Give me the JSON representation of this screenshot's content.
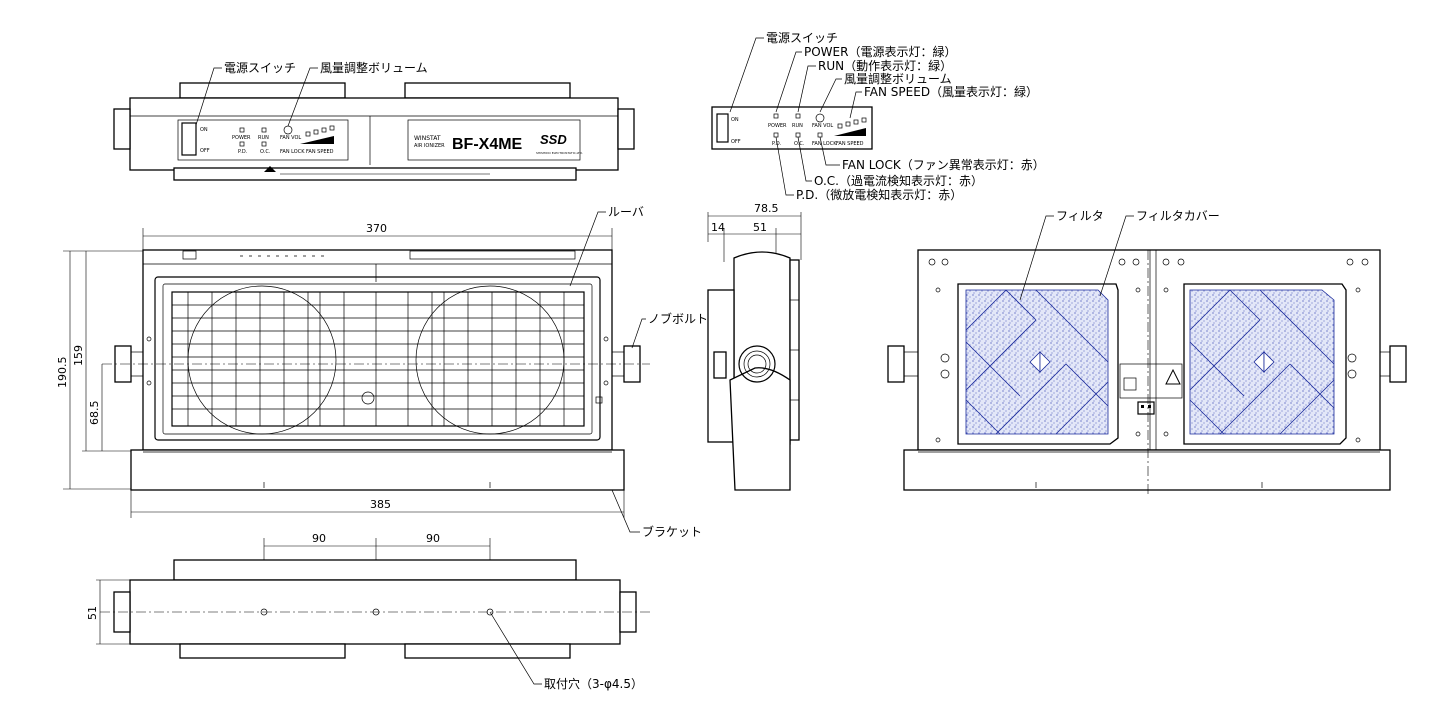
{
  "front_view": {
    "power_switch_label": "電源スイッチ",
    "volume_label": "風量調整ボリューム",
    "switch_on": "ON",
    "switch_off": "OFF",
    "indicator_labels": [
      "POWER",
      "RUN",
      "FAN VOL",
      "P.D.",
      "O.C.",
      "FAN LOCK",
      "FAN SPEED"
    ],
    "brand_line1": "WINSTAT",
    "brand_line2": "AIR IONIZER",
    "model": "BF-X4ME",
    "maker_logo": "SSD",
    "maker_name": "SHISHIDO ELECTROSTATIC,LTD."
  },
  "panel_detail": {
    "callouts": [
      "電源スイッチ",
      "POWER（電源表示灯：緑）",
      "RUN（動作表示灯：緑）",
      "風量調整ボリューム",
      "FAN SPEED（風量表示灯：緑）",
      "FAN LOCK（ファン異常表示灯：赤）",
      "O.C.（過電流検知表示灯：赤）",
      "P.D.（微放電検知表示灯：赤）"
    ],
    "labels": [
      "ON",
      "OFF",
      "POWER",
      "RUN",
      "FAN VOL",
      "P.D.",
      "O.C.",
      "FAN LOCK",
      "FAN SPEED"
    ]
  },
  "top_view": {
    "dims": {
      "width": "370",
      "total_width": "385",
      "height": "159",
      "total_height": "190.5",
      "axis_height": "68.5"
    },
    "louver_label": "ルーバ",
    "knob_label": "ノブボルト",
    "bracket_label": "ブラケット"
  },
  "side_view": {
    "dims": {
      "depth": "78.5",
      "offset": "14",
      "bracket_depth": "51"
    }
  },
  "rear_view": {
    "filter_label": "フィルタ",
    "filter_cover_label": "フィルタカバー"
  },
  "bottom_view": {
    "dims": {
      "pitch_left": "90",
      "pitch_right": "90",
      "depth": "51"
    },
    "holes_label": "取付穴（3-φ4.5）"
  }
}
